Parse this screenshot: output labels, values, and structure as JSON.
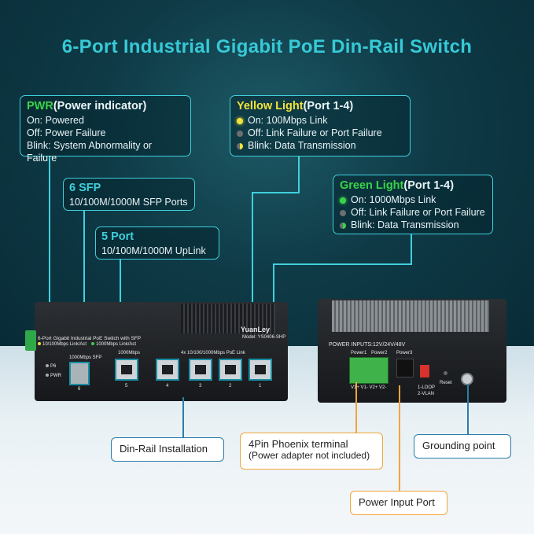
{
  "title": "6-Port Industrial Gigabit PoE Din-Rail Switch",
  "pwr_box": {
    "head_accent": "PWR",
    "head_rest": "(Power indicator)",
    "lines": [
      "On: Powered",
      "Off: Power Failure",
      "Blink: System Abnormality or Failure"
    ]
  },
  "sfp_box": {
    "head": "6 SFP",
    "line": "10/100M/1000M SFP Ports"
  },
  "port5_box": {
    "head": "5 Port",
    "line": "10/100M/1000M UpLink"
  },
  "yellow_box": {
    "head_accent": "Yellow Light",
    "head_rest": "(Port 1-4)",
    "lines": [
      "On: 100Mbps Link",
      "Off: Link Failure or Port Failure",
      "Blink: Data Transmission"
    ]
  },
  "green_box": {
    "head_accent": "Green Light",
    "head_rest": "(Port 1-4)",
    "lines": [
      "On: 1000Mbps Link",
      "Off: Link Failure or Port Failure",
      "Blink: Data Transmission"
    ]
  },
  "callouts": {
    "dinrail": "Din-Rail Installation",
    "phoenix_1": "4Pin Phoenix terminal",
    "phoenix_2": "(Power adapter not included)",
    "ground": "Grounding point",
    "power_port": "Power Input Port"
  },
  "device_front": {
    "brand": "YuanLey",
    "model": "Model: YS0406-SHP",
    "product_line": "6-Port Gigabit Industrial PoE Switch with SFP",
    "legend_yellow": "10/100Mbps Link/Act",
    "legend_green": "1000Mbps Link/Act",
    "sfp_label": "1000Mbps SFP",
    "uplink_label": "1000Mbps",
    "poe_label": "4x 10/100/1000Mbps PoE Link",
    "led_p6": "P6",
    "led_pwr": "PWR",
    "port_numbers": [
      "6",
      "5",
      "4",
      "3",
      "2",
      "1"
    ]
  },
  "device_side": {
    "power_inputs": "POWER INPUTS:12V/24V/48V",
    "power1": "Power1",
    "power2": "Power2",
    "power3": "Power3",
    "terminal_pins": "V1+ V1- V2+ V2-",
    "reset": "Reset",
    "dip_label_1": "1-LOOP",
    "dip_label_2": "2-VLAN"
  },
  "colors": {
    "accent_cyan": "#3fd0dc",
    "green": "#3ad348",
    "yellow": "#f2e23a",
    "orange": "#f2a53a",
    "blue": "#2a7ea8"
  }
}
